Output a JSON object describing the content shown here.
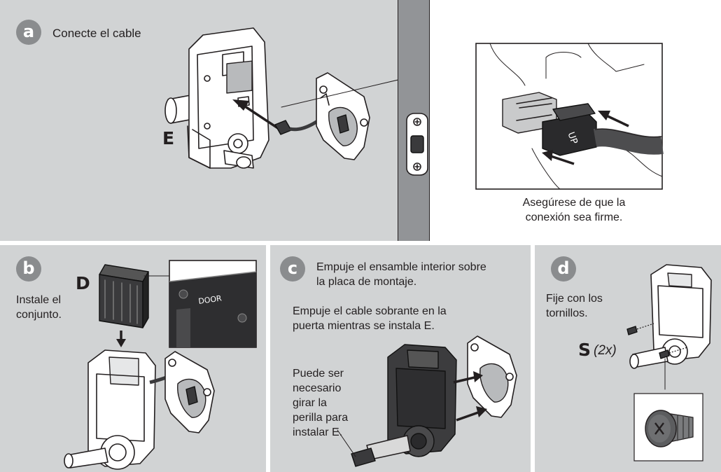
{
  "panel_a": {
    "badge": "a",
    "title": "Conecte el cable",
    "callout": "E",
    "inset_connector_label": "UP",
    "caption": [
      "Asegúrese de que la",
      "conexión sea firme."
    ]
  },
  "panel_b": {
    "badge": "b",
    "callout": "D",
    "instruction": [
      "Instale el",
      "conjunto."
    ],
    "inset_label": "DOOR"
  },
  "panel_c": {
    "badge": "c",
    "instruction_1": [
      "Empuje el ensamble interior sobre",
      "la placa de montaje."
    ],
    "instruction_2": [
      "Empuje el cable sobrante en la",
      "puerta mientras se instala E."
    ],
    "note": [
      "Puede ser",
      "necesario",
      "girar la",
      "perilla para",
      "instalar E."
    ]
  },
  "panel_d": {
    "badge": "d",
    "instruction": [
      "Fije con los",
      "tornillos."
    ],
    "callout": "S",
    "quantity": "(2x)"
  },
  "colors": {
    "panel_bg": "#d1d3d4",
    "badge": "#8a8c8e",
    "door_edge": "#929497",
    "ink": "#231f20"
  }
}
